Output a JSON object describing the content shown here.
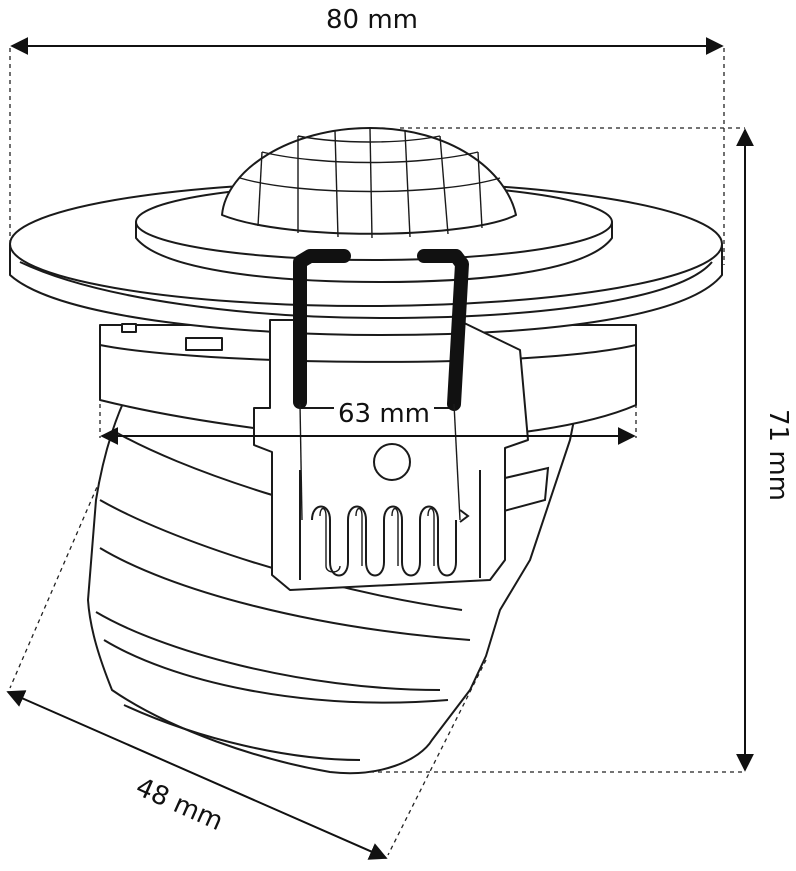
{
  "dimensions": {
    "width_top": "80 mm",
    "height_right": "71 mm",
    "mount_width": "63 mm",
    "body_diameter": "48 mm"
  },
  "colors": {
    "line": "#1a1a1a",
    "background": "#ffffff",
    "clip": "#111111"
  }
}
